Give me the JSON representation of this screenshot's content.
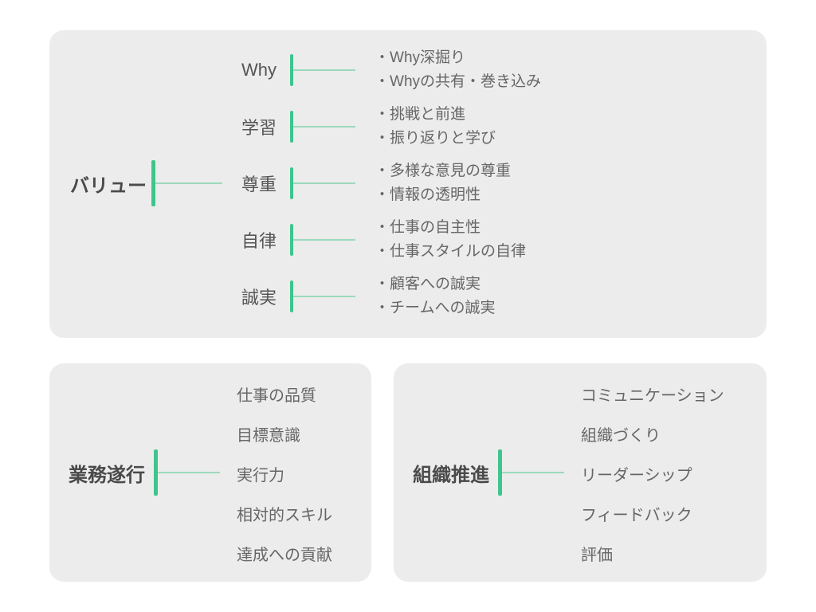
{
  "colors": {
    "panel_bg": "#ececec",
    "accent_green": "#3fc58c",
    "line_green": "#9bdabd",
    "root_text": "#4a4a4a",
    "node_text": "#555555",
    "item_text": "#666666",
    "page_bg": "#ffffff"
  },
  "values_panel": {
    "root": "バリュー",
    "bullet": "・",
    "branches": [
      {
        "label": "Why",
        "items": [
          "Why深掘り",
          "Whyの共有・巻き込み"
        ]
      },
      {
        "label": "学習",
        "items": [
          "挑戦と前進",
          "振り返りと学び"
        ]
      },
      {
        "label": "尊重",
        "items": [
          "多様な意見の尊重",
          "情報の透明性"
        ]
      },
      {
        "label": "自律",
        "items": [
          "仕事の自主性",
          "仕事スタイルの自律"
        ]
      },
      {
        "label": "誠実",
        "items": [
          "顧客への誠実",
          "チームへの誠実"
        ]
      }
    ]
  },
  "execution_panel": {
    "root": "業務遂行",
    "items": [
      "仕事の品質",
      "目標意識",
      "実行力",
      "相対的スキル",
      "達成への貢献"
    ]
  },
  "organization_panel": {
    "root": "組織推進",
    "items": [
      "コミュニケーション",
      "組織づくり",
      "リーダーシップ",
      "フィードバック",
      "評価"
    ]
  }
}
